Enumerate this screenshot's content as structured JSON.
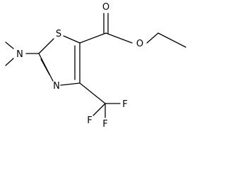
{
  "molecule": {
    "atoms": {
      "n_amine": "N",
      "s_ring": "S",
      "n_ring": "N",
      "o_carbonyl": "O",
      "o_ester": "O",
      "f_right": "F",
      "f_left": "F",
      "f_bottom": "F"
    }
  },
  "colors": {
    "bond": "#000000",
    "text": "#000000",
    "background": "#ffffff"
  }
}
